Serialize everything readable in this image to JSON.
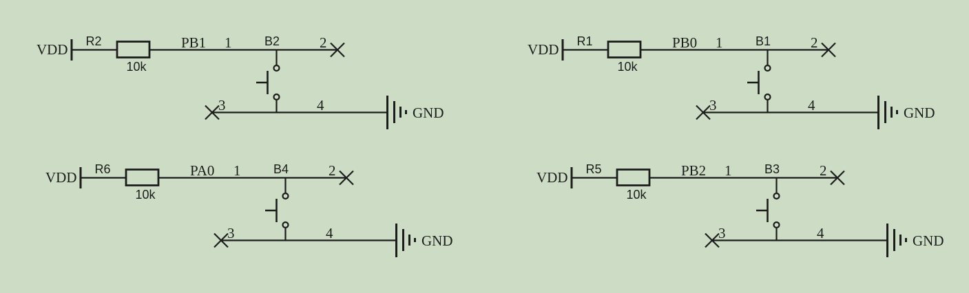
{
  "page": {
    "type": "circuit-schematic",
    "description": "Four pull-up resistor and pushbutton circuits"
  },
  "colors": {
    "background": "#cdddc5",
    "ink": "#1c1c1c"
  },
  "circuits": [
    {
      "position": "top-left",
      "power_label": "VDD",
      "resistor_ref": "R2",
      "resistor_value": "10k",
      "net_label": "PB1",
      "button_ref": "B2",
      "pin1": "1",
      "pin2": "2",
      "pin3": "3",
      "pin4": "4",
      "ground_label": "GND"
    },
    {
      "position": "top-right",
      "power_label": "VDD",
      "resistor_ref": "R1",
      "resistor_value": "10k",
      "net_label": "PB0",
      "button_ref": "B1",
      "pin1": "1",
      "pin2": "2",
      "pin3": "3",
      "pin4": "4",
      "ground_label": "GND"
    },
    {
      "position": "bottom-left",
      "power_label": "VDD",
      "resistor_ref": "R6",
      "resistor_value": "10k",
      "net_label": "PA0",
      "button_ref": "B4",
      "pin1": "1",
      "pin2": "2",
      "pin3": "3",
      "pin4": "4",
      "ground_label": "GND"
    },
    {
      "position": "bottom-right",
      "power_label": "VDD",
      "resistor_ref": "R5",
      "resistor_value": "10k",
      "net_label": "PB2",
      "button_ref": "B3",
      "pin1": "1",
      "pin2": "2",
      "pin3": "3",
      "pin4": "4",
      "ground_label": "GND"
    }
  ]
}
